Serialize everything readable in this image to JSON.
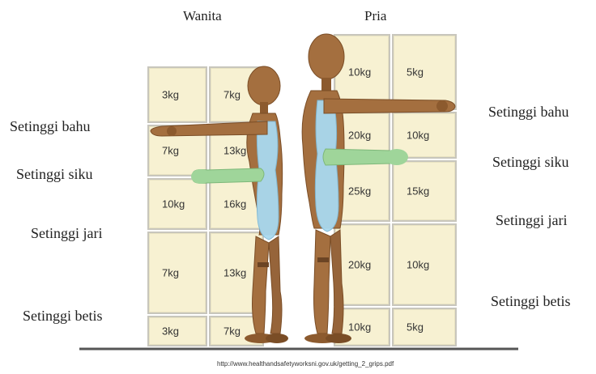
{
  "headers": {
    "women": "Wanita",
    "men": "Pria"
  },
  "left_labels": {
    "shoulder": "Setinggi bahu",
    "elbow": "Setinggi siku",
    "finger": "Setinggi jari",
    "calf": "Setinggi betis"
  },
  "right_labels": {
    "shoulder": "Setinggi bahu",
    "elbow": "Setinggi siku",
    "finger": "Setinggi jari",
    "calf": "Setinggi betis"
  },
  "women_grid": [
    [
      "3kg",
      "7kg"
    ],
    [
      "7kg",
      "13kg"
    ],
    [
      "10kg",
      "16kg"
    ],
    [
      "7kg",
      "13kg"
    ],
    [
      "3kg",
      "7kg"
    ]
  ],
  "men_grid": [
    [
      "10kg",
      "5kg"
    ],
    [
      "20kg",
      "10kg"
    ],
    [
      "25kg",
      "15kg"
    ],
    [
      "20kg",
      "10kg"
    ],
    [
      "10kg",
      "5kg"
    ]
  ],
  "source": "http://www.healthandsafetyworksni.gov.uk/getting_2_grips.pdf",
  "colors": {
    "box": "#f7f1d2",
    "mannequin": "#a46f3f",
    "torso_highlight": "#a9d9ef",
    "elbow_highlight": "#9fd59a"
  }
}
